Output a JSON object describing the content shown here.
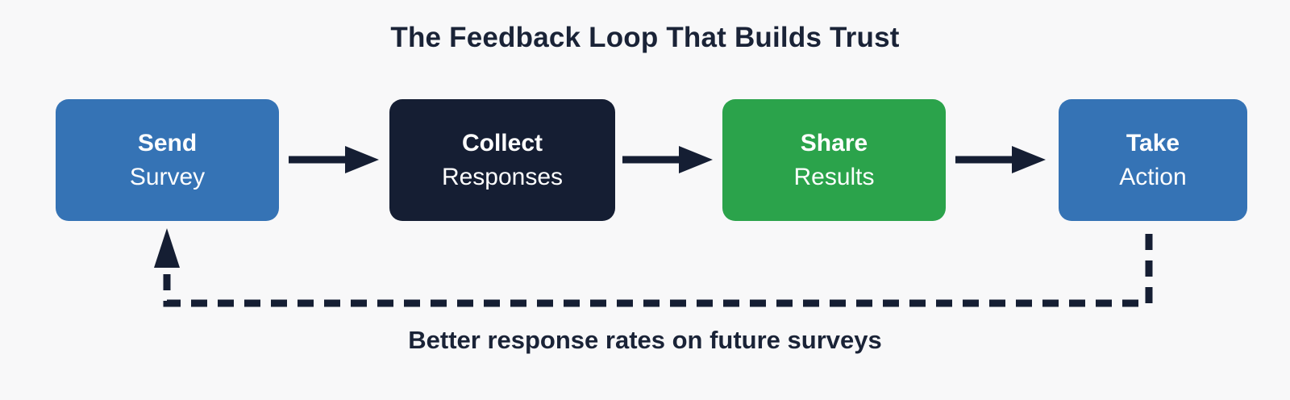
{
  "title": "The Feedback Loop That Builds Trust",
  "steps": [
    {
      "name": "send-survey",
      "line1": "Send",
      "line2": "Survey",
      "color": "#3573b5"
    },
    {
      "name": "collect-responses",
      "line1": "Collect",
      "line2": "Responses",
      "color": "#151e33"
    },
    {
      "name": "share-results",
      "line1": "Share",
      "line2": "Results",
      "color": "#2ba34b"
    },
    {
      "name": "take-action",
      "line1": "Take",
      "line2": "Action",
      "color": "#3573b5"
    }
  ],
  "feedback_loop": {
    "caption": "Better response rates on future surveys",
    "style": "dashed",
    "direction": "take-action back to send-survey"
  },
  "colors": {
    "background": "#f8f8f9",
    "arrow": "#151e33",
    "title_text": "#1a2337",
    "caption_text": "#1a2337",
    "box_text": "#ffffff",
    "blue": "#3573b5",
    "navy": "#151e33",
    "green": "#2ba34b"
  }
}
